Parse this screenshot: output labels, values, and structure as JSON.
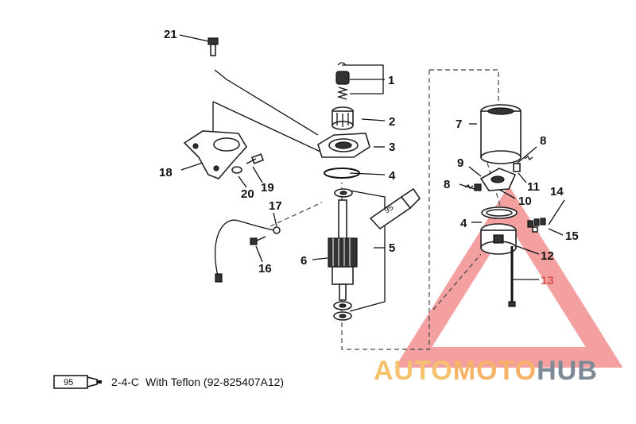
{
  "callouts": {
    "c1": "1",
    "c2": "2",
    "c3": "3",
    "c4a": "4",
    "c4b": "4",
    "c5": "5",
    "c6": "6",
    "c7": "7",
    "c8a": "8",
    "c8b": "8",
    "c9": "9",
    "c10": "10",
    "c11": "11",
    "c12": "12",
    "c13": "13",
    "c14": "14",
    "c15": "15",
    "c16": "16",
    "c17": "17",
    "c18": "18",
    "c19": "19",
    "c20": "20",
    "c21": "21"
  },
  "tube_label": "95",
  "legend": {
    "tube_label": "95",
    "ref": "2-4-C",
    "text": "With Teflon (92-825407A12)"
  },
  "watermark": {
    "part1": "AUTO",
    "part2": "MOTO",
    "part3": "HUB"
  },
  "colors": {
    "watermark_red": "#e8262a",
    "watermark_orange": "#f5b35e",
    "watermark_gray": "#7d8a96",
    "line": "#111111"
  }
}
